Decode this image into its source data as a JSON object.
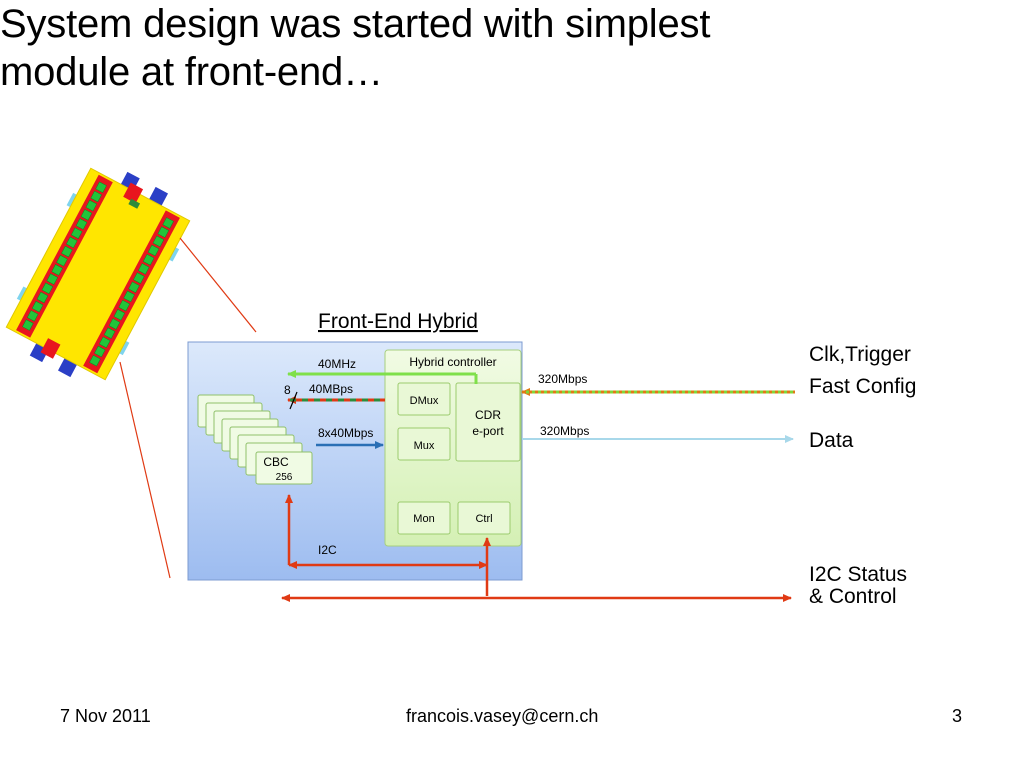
{
  "slide": {
    "title_line1": "System design was started with simplest",
    "title_line2": "module at front-end…"
  },
  "diagram": {
    "hybrid_title": "Front-End Hybrid",
    "hybrid_controller": "Hybrid controller",
    "blocks": {
      "dmux": "DMux",
      "mux": "Mux",
      "cdr_line1": "CDR",
      "cdr_line2": "e-port",
      "mon": "Mon",
      "ctrl": "Ctrl",
      "cbc_line1": "CBC",
      "cbc_line2": "256"
    },
    "links": {
      "clk": "40MHz",
      "bus_width": "8",
      "config_rate": "40MBps",
      "data_rate": "8x40Mbps",
      "uplink_rate": "320Mbps",
      "downlink_rate": "320Mbps",
      "i2c": "I2C"
    },
    "external_labels": {
      "clk_trigger": "Clk,Trigger",
      "fast_config": "Fast Config",
      "data": "Data",
      "i2c_status_line1": "I2C Status",
      "i2c_status_line2": "& Control"
    },
    "colors": {
      "hybrid_bg": "#a9c6f2",
      "controller_bg": "#dff5c4",
      "clock_arrow": "#7fe04a",
      "i2c_arrow": "#e03a14",
      "data_arrow": "#a8d8ea",
      "config_arrow": "#2e8b3a",
      "cbc_arrow": "#2a6fb5",
      "module_frame": "#ffe600",
      "module_hybrid": "#e8161e",
      "module_chips": "#22c43a"
    }
  },
  "footer": {
    "date": "7 Nov 2011",
    "email": "francois.vasey@cern.ch",
    "page_number": "3"
  }
}
